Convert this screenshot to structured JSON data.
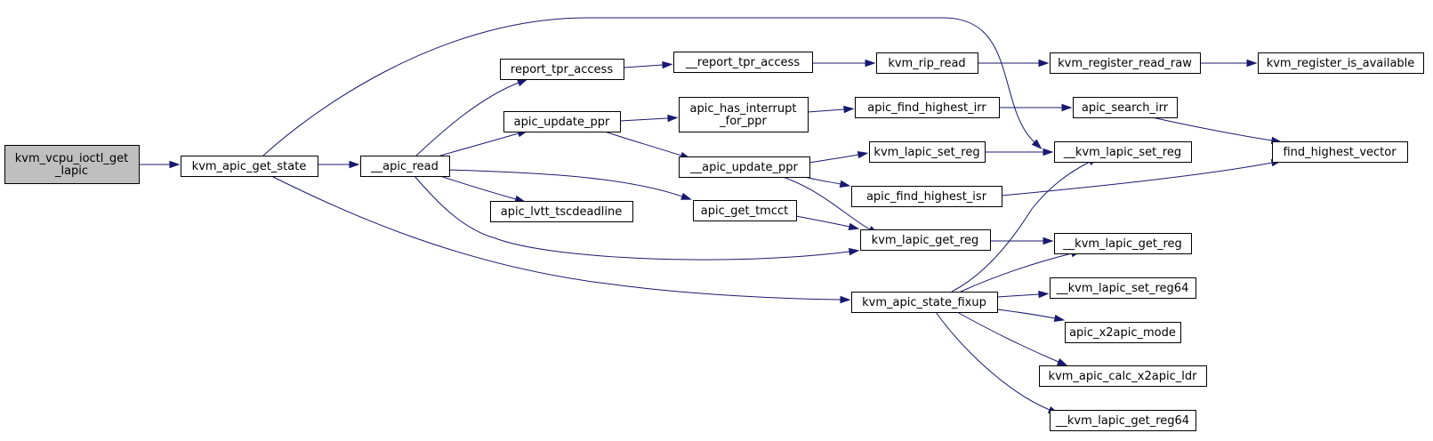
{
  "diagram": {
    "colors": {
      "edge": "#191970",
      "node_fill": "#ffffff",
      "root_fill": "#bfbfbf",
      "node_border": "#000000"
    },
    "nodes": [
      {
        "id": "root",
        "lines": [
          "kvm_vcpu_ioctl_get",
          "_lapic"
        ],
        "root": true
      },
      {
        "id": "kvm_apic_get_state",
        "lines": [
          "kvm_apic_get_state"
        ]
      },
      {
        "id": "__apic_read",
        "lines": [
          "__apic_read"
        ]
      },
      {
        "id": "report_tpr_access",
        "lines": [
          "report_tpr_access"
        ]
      },
      {
        "id": "apic_update_ppr",
        "lines": [
          "apic_update_ppr"
        ]
      },
      {
        "id": "apic_lvtt_tscdeadline",
        "lines": [
          "apic_lvtt_tscdeadline"
        ]
      },
      {
        "id": "__report_tpr_access",
        "lines": [
          "__report_tpr_access"
        ]
      },
      {
        "id": "apic_has_interrupt_for_ppr",
        "lines": [
          "apic_has_interrupt",
          "_for_ppr"
        ]
      },
      {
        "id": "__apic_update_ppr",
        "lines": [
          "__apic_update_ppr"
        ]
      },
      {
        "id": "apic_get_tmcct",
        "lines": [
          "apic_get_tmcct"
        ]
      },
      {
        "id": "kvm_rip_read",
        "lines": [
          "kvm_rip_read"
        ]
      },
      {
        "id": "apic_find_highest_irr",
        "lines": [
          "apic_find_highest_irr"
        ]
      },
      {
        "id": "kvm_lapic_set_reg",
        "lines": [
          "kvm_lapic_set_reg"
        ]
      },
      {
        "id": "apic_find_highest_isr",
        "lines": [
          "apic_find_highest_isr"
        ]
      },
      {
        "id": "kvm_lapic_get_reg",
        "lines": [
          "kvm_lapic_get_reg"
        ]
      },
      {
        "id": "kvm_apic_state_fixup",
        "lines": [
          "kvm_apic_state_fixup"
        ]
      },
      {
        "id": "kvm_register_read_raw",
        "lines": [
          "kvm_register_read_raw"
        ]
      },
      {
        "id": "apic_search_irr",
        "lines": [
          "apic_search_irr"
        ]
      },
      {
        "id": "__kvm_lapic_set_reg",
        "lines": [
          "__kvm_lapic_set_reg"
        ]
      },
      {
        "id": "__kvm_lapic_get_reg",
        "lines": [
          "__kvm_lapic_get_reg"
        ]
      },
      {
        "id": "__kvm_lapic_set_reg64",
        "lines": [
          "__kvm_lapic_set_reg64"
        ]
      },
      {
        "id": "apic_x2apic_mode",
        "lines": [
          "apic_x2apic_mode"
        ]
      },
      {
        "id": "kvm_apic_calc_x2apic_ldr",
        "lines": [
          "kvm_apic_calc_x2apic_ldr"
        ]
      },
      {
        "id": "__kvm_lapic_get_reg64",
        "lines": [
          "__kvm_lapic_get_reg64"
        ]
      },
      {
        "id": "kvm_register_is_available",
        "lines": [
          "kvm_register_is_available"
        ]
      },
      {
        "id": "find_highest_vector",
        "lines": [
          "find_highest_vector"
        ]
      }
    ],
    "edges": [
      {
        "from": "root",
        "to": "kvm_apic_get_state"
      },
      {
        "from": "kvm_apic_get_state",
        "to": "__apic_read"
      },
      {
        "from": "kvm_apic_get_state",
        "to": "__kvm_lapic_set_reg"
      },
      {
        "from": "kvm_apic_get_state",
        "to": "kvm_apic_state_fixup"
      },
      {
        "from": "__apic_read",
        "to": "report_tpr_access"
      },
      {
        "from": "__apic_read",
        "to": "apic_update_ppr"
      },
      {
        "from": "__apic_read",
        "to": "apic_lvtt_tscdeadline"
      },
      {
        "from": "__apic_read",
        "to": "apic_get_tmcct"
      },
      {
        "from": "__apic_read",
        "to": "kvm_lapic_get_reg"
      },
      {
        "from": "report_tpr_access",
        "to": "__report_tpr_access"
      },
      {
        "from": "__report_tpr_access",
        "to": "kvm_rip_read"
      },
      {
        "from": "kvm_rip_read",
        "to": "kvm_register_read_raw"
      },
      {
        "from": "kvm_register_read_raw",
        "to": "kvm_register_is_available"
      },
      {
        "from": "apic_update_ppr",
        "to": "apic_has_interrupt_for_ppr"
      },
      {
        "from": "apic_update_ppr",
        "to": "__apic_update_ppr"
      },
      {
        "from": "apic_has_interrupt_for_ppr",
        "to": "apic_find_highest_irr"
      },
      {
        "from": "apic_find_highest_irr",
        "to": "apic_search_irr"
      },
      {
        "from": "apic_search_irr",
        "to": "find_highest_vector"
      },
      {
        "from": "__apic_update_ppr",
        "to": "kvm_lapic_set_reg"
      },
      {
        "from": "__apic_update_ppr",
        "to": "apic_find_highest_isr"
      },
      {
        "from": "__apic_update_ppr",
        "to": "kvm_lapic_get_reg"
      },
      {
        "from": "kvm_lapic_set_reg",
        "to": "__kvm_lapic_set_reg"
      },
      {
        "from": "apic_find_highest_isr",
        "to": "find_highest_vector"
      },
      {
        "from": "apic_get_tmcct",
        "to": "kvm_lapic_get_reg"
      },
      {
        "from": "kvm_lapic_get_reg",
        "to": "__kvm_lapic_get_reg"
      },
      {
        "from": "kvm_apic_state_fixup",
        "to": "__kvm_lapic_set_reg"
      },
      {
        "from": "kvm_apic_state_fixup",
        "to": "__kvm_lapic_get_reg"
      },
      {
        "from": "kvm_apic_state_fixup",
        "to": "__kvm_lapic_set_reg64"
      },
      {
        "from": "kvm_apic_state_fixup",
        "to": "apic_x2apic_mode"
      },
      {
        "from": "kvm_apic_state_fixup",
        "to": "kvm_apic_calc_x2apic_ldr"
      },
      {
        "from": "kvm_apic_state_fixup",
        "to": "__kvm_lapic_get_reg64"
      }
    ]
  }
}
